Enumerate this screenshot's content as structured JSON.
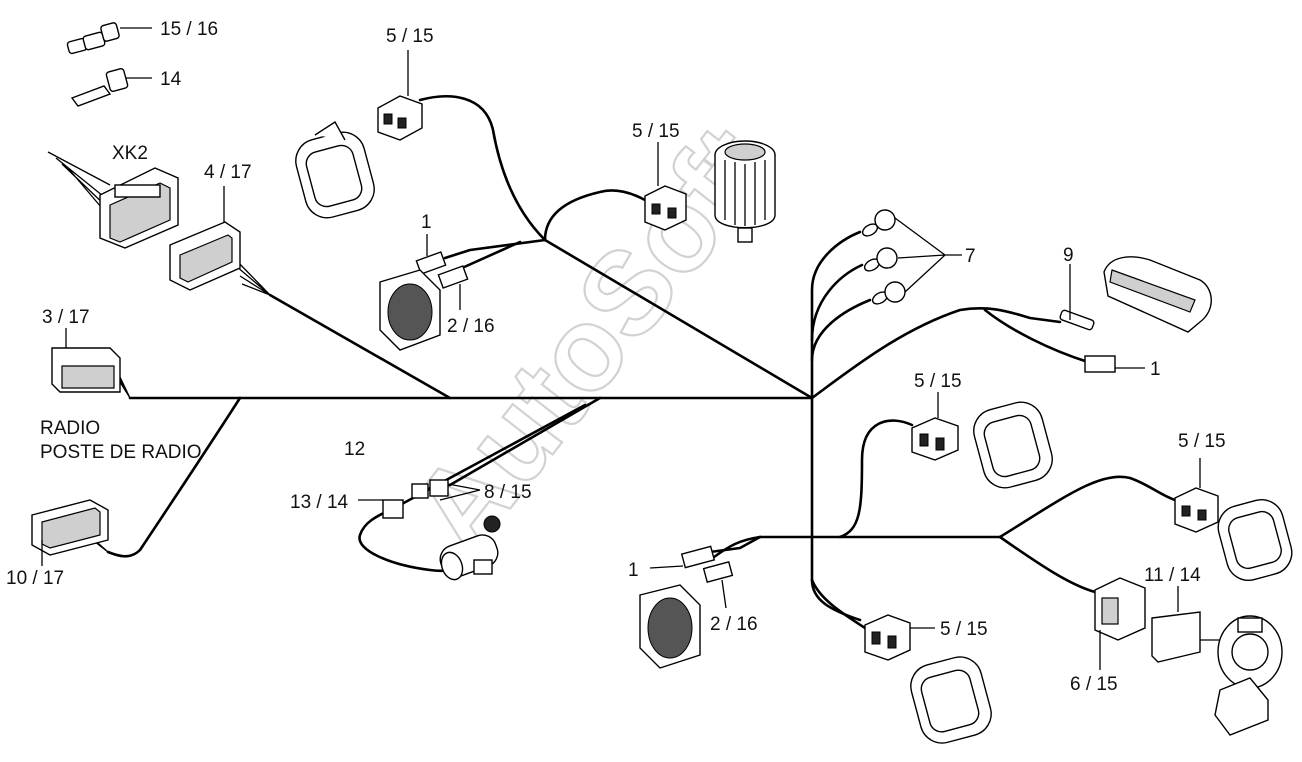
{
  "watermark": "AutoSoft",
  "labels": {
    "terminal_15_16": "15 / 16",
    "terminal_14": "14",
    "xk2": "XK2",
    "c_4_17": "4 / 17",
    "c_3_17": "3 / 17",
    "radio_1": "RADIO",
    "radio_2": "POSTE DE RADIO",
    "c_10_17": "10 / 17",
    "trunk_12": "12",
    "c_13_14": "13 / 14",
    "c_8_15": "8 / 15",
    "c_5_15_top": "5 / 15",
    "c_5_15_mid": "5 / 15",
    "c_1_top": "1",
    "c_2_16_top": "2 / 16",
    "ring_7": "7",
    "c_9": "9",
    "c_1_right": "1",
    "c_5_15_horn_right": "5 / 15",
    "c_5_15_far_right": "5 / 15",
    "c_11_14": "11 / 14",
    "c_6_15": "6 / 15",
    "c_1_bottom": "1",
    "c_2_16_bottom": "2 / 16",
    "c_5_15_bottom": "5 / 15"
  }
}
